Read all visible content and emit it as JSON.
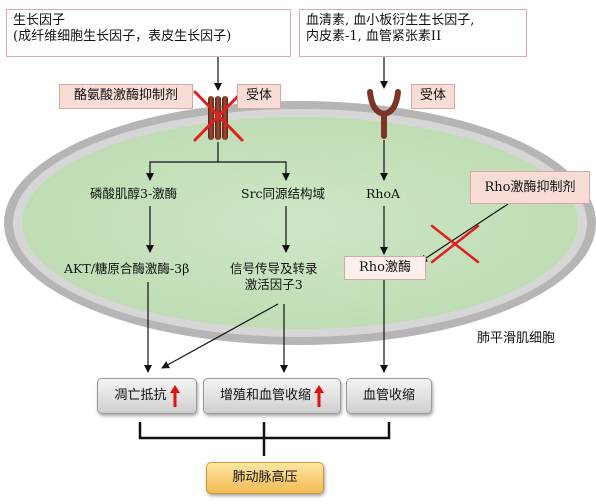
{
  "sources": {
    "growth_factors_line1": "生长因子",
    "growth_factors_line2": "(成纤维细胞生长因子，表皮生长因子)",
    "serum_line1": "血清素, 血小板衍生生长因子,",
    "serum_line2": "内皮素-1, 血管紧张素II"
  },
  "inhibitors": {
    "tki": "酪氨酸激酶抑制剂",
    "rho": "Rho激酶抑制剂"
  },
  "receptors": {
    "left": "受体",
    "right": "受体"
  },
  "nodes": {
    "pi3k": "磷酸肌醇3-激酶",
    "src": "Src同源结构域",
    "rhoa": "RhoA",
    "akt": "AKT/糖原合酶激酶-3β",
    "stat3_line1": "信号传导及转录",
    "stat3_line2": "激活因子3",
    "rho_kinase": "Rho激酶"
  },
  "cell_label": "肺平滑肌细胞",
  "outcomes": {
    "antiapoptosis": "凋亡抵抗",
    "proliferation": "增殖和血管收缩",
    "vasoconstriction": "血管收缩"
  },
  "final": "肺动脉高压",
  "colors": {
    "cell_fill": "#c9e3c0",
    "membrane": "#a9a9a9",
    "inhibit_x": "#e02020",
    "up_arrow": "#e31010",
    "receptor": "#7a3524"
  }
}
